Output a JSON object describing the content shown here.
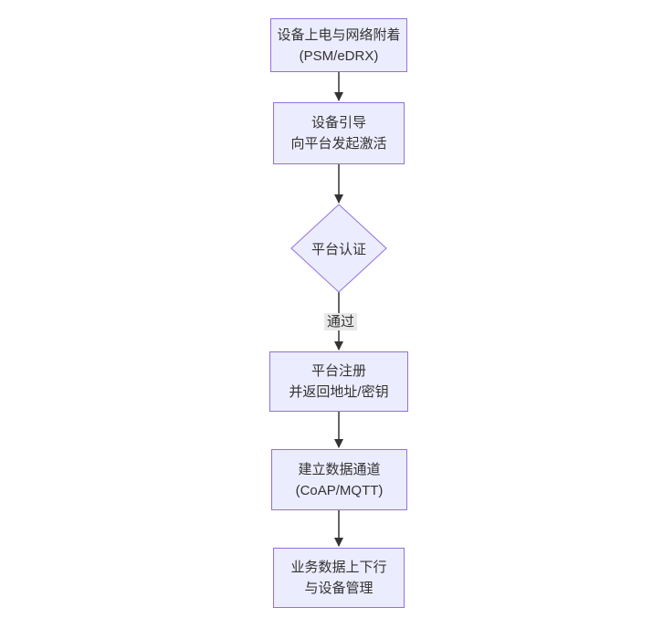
{
  "diagram": {
    "type": "flowchart-top-down",
    "colors": {
      "background": "#ffffff",
      "node_fill": "#ECECFF",
      "node_border": "#9370DB",
      "text": "#333333",
      "edge_line": "#333333",
      "edge_label_bg": "#e8e8e8"
    },
    "nodes": [
      {
        "id": "power-attach",
        "shape": "rect",
        "lines": [
          "设备上电与网络附着",
          "(PSM/eDRX)"
        ]
      },
      {
        "id": "bootstrap",
        "shape": "rect",
        "lines": [
          "设备引导",
          "向平台发起激活"
        ]
      },
      {
        "id": "platform-auth",
        "shape": "diamond",
        "lines": [
          "平台认证"
        ]
      },
      {
        "id": "register",
        "shape": "rect",
        "lines": [
          "平台注册",
          "并返回地址/密钥"
        ]
      },
      {
        "id": "data-channel",
        "shape": "rect",
        "lines": [
          "建立数据通道",
          "(CoAP/MQTT)"
        ]
      },
      {
        "id": "business-data",
        "shape": "rect",
        "lines": [
          "业务数据上下行",
          "与设备管理"
        ]
      }
    ],
    "edges": [
      {
        "from": "power-attach",
        "to": "bootstrap",
        "label": ""
      },
      {
        "from": "bootstrap",
        "to": "platform-auth",
        "label": ""
      },
      {
        "from": "platform-auth",
        "to": "register",
        "label": "通过"
      },
      {
        "from": "register",
        "to": "data-channel",
        "label": ""
      },
      {
        "from": "data-channel",
        "to": "business-data",
        "label": ""
      }
    ]
  }
}
